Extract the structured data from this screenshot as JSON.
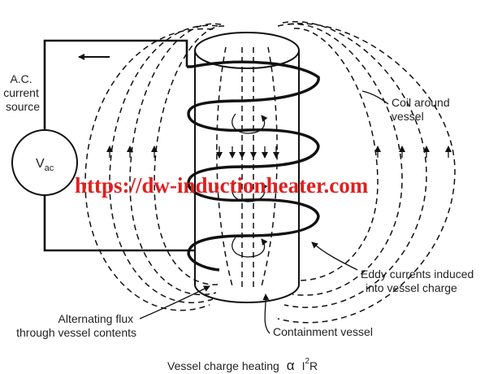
{
  "source": {
    "label_lines": [
      "A.C.",
      "current",
      "source"
    ],
    "meter_main": "V",
    "meter_sub": "ac"
  },
  "labels": {
    "coil": [
      "Coil around",
      "vessel"
    ],
    "eddy": [
      "Eddy currents induced",
      "into vessel charge"
    ],
    "flux": [
      "Alternating flux",
      "through vessel contents"
    ],
    "vessel": "Containment vessel"
  },
  "formula": {
    "text": "Vessel charge heating",
    "symbol": "α",
    "current": "I",
    "exponent": "2",
    "resistance": "R"
  },
  "watermark": "https://dw-inductionheater.com"
}
